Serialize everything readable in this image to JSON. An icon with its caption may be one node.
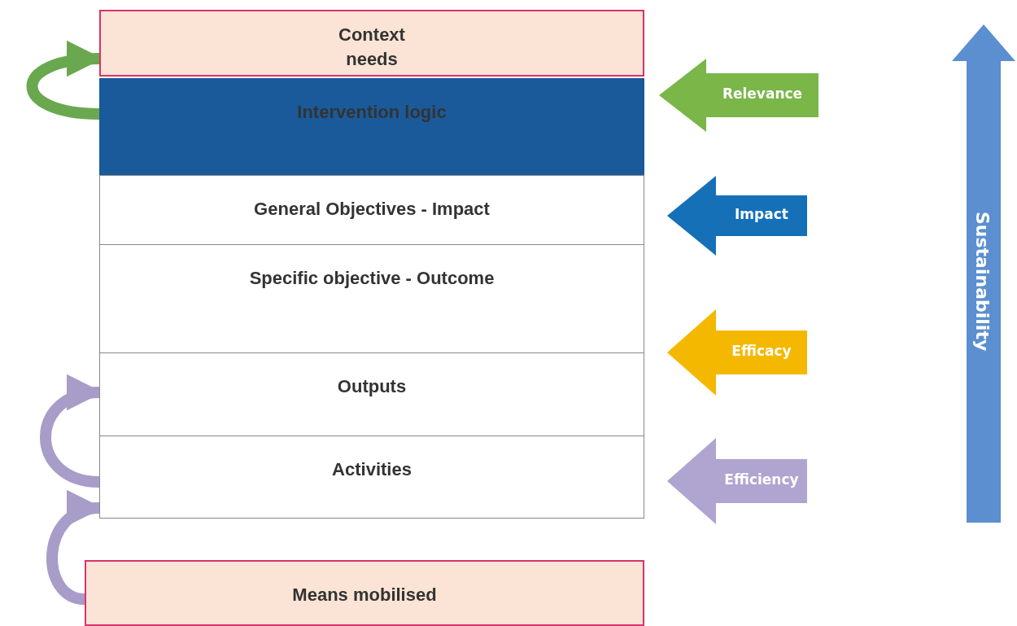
{
  "diagram": {
    "nodes": [
      {
        "text": [
          "Context needs"
        ]
      },
      {
        "text": [
          "Intervention logic"
        ]
      },
      {
        "text": [
          "General Objectives - Impact"
        ]
      },
      {
        "text": [
          "Specific objective - Outcome"
        ]
      },
      {
        "text": [
          "Outputs"
        ]
      },
      {
        "text": [
          "Activities"
        ]
      },
      {
        "text": [
          "Means mobilised"
        ]
      },
      {
        "text": [
          "Relevance"
        ]
      },
      {
        "text": [
          "Impact"
        ]
      },
      {
        "text": [
          "Efficacy"
        ]
      },
      {
        "text": [
          "Efficiency"
        ]
      },
      {
        "text": [
          "Sustainability"
        ]
      }
    ],
    "edges": [
      {
        "from": 1,
        "to": 0,
        "arrow": "to",
        "color": "#6aa84f"
      },
      {
        "from": 5,
        "to": 4,
        "arrow": "to"
      },
      {
        "from": 6,
        "to": 5,
        "arrow": "to"
      }
    ]
  }
}
